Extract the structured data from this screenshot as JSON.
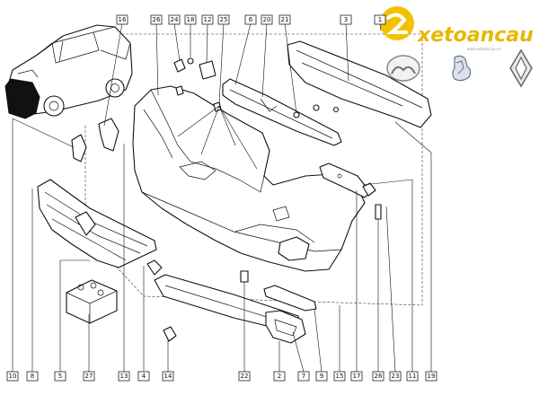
{
  "brand": {
    "name": "xetoancau",
    "tagline": "www.xetoancau.vn",
    "accent_color": "#f2c200",
    "logos": [
      "mazda-logo",
      "peugeot-logo",
      "renault-logo"
    ]
  },
  "callouts_top": [
    "16",
    "26",
    "24",
    "18",
    "12",
    "25",
    "6",
    "20",
    "21",
    "3",
    "1"
  ],
  "callouts_bottom": [
    "10",
    "8",
    "5",
    "27",
    "13",
    "4",
    "14",
    "22",
    "2",
    "7",
    "9",
    "15",
    "17",
    "26",
    "23",
    "11",
    "19"
  ]
}
